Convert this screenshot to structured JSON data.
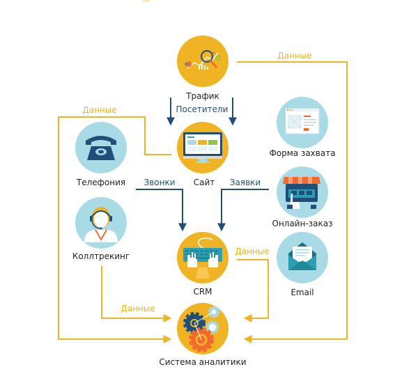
{
  "colors": {
    "yellow": "#f0b323",
    "light_blue": "#a9dbe6",
    "navy": "#1f4e79",
    "arrow_blue": "#1f4e79",
    "orange": "#f26a2e",
    "teal": "#2a9fb3"
  },
  "nodes": {
    "traffic": {
      "label": "Трафик",
      "icon": "traffic-analytics-icon"
    },
    "site": {
      "label": "Сайт",
      "icon": "monitor-icon"
    },
    "capture_form": {
      "label": "Форма захвата",
      "icon": "webpage-form-icon"
    },
    "telephony": {
      "label": "Телефония",
      "icon": "telephone-icon"
    },
    "online_order": {
      "label": "Онлайн-заказ",
      "icon": "shop-tablet-icon"
    },
    "calltracking": {
      "label": "Коллтрекинг",
      "icon": "operator-headset-icon"
    },
    "crm": {
      "label": "CRM",
      "icon": "keyboard-hands-icon"
    },
    "email": {
      "label": "Email",
      "icon": "envelope-icon"
    },
    "analytics": {
      "label": "Система аналитики",
      "icon": "gears-icon"
    }
  },
  "flows": {
    "visitors": "Посетители",
    "calls": "Звонки",
    "requests": "Заявки",
    "data_traffic": "Данные",
    "data_site": "Данные",
    "data_crm": "Данные",
    "data_calltracking": "Данные"
  }
}
